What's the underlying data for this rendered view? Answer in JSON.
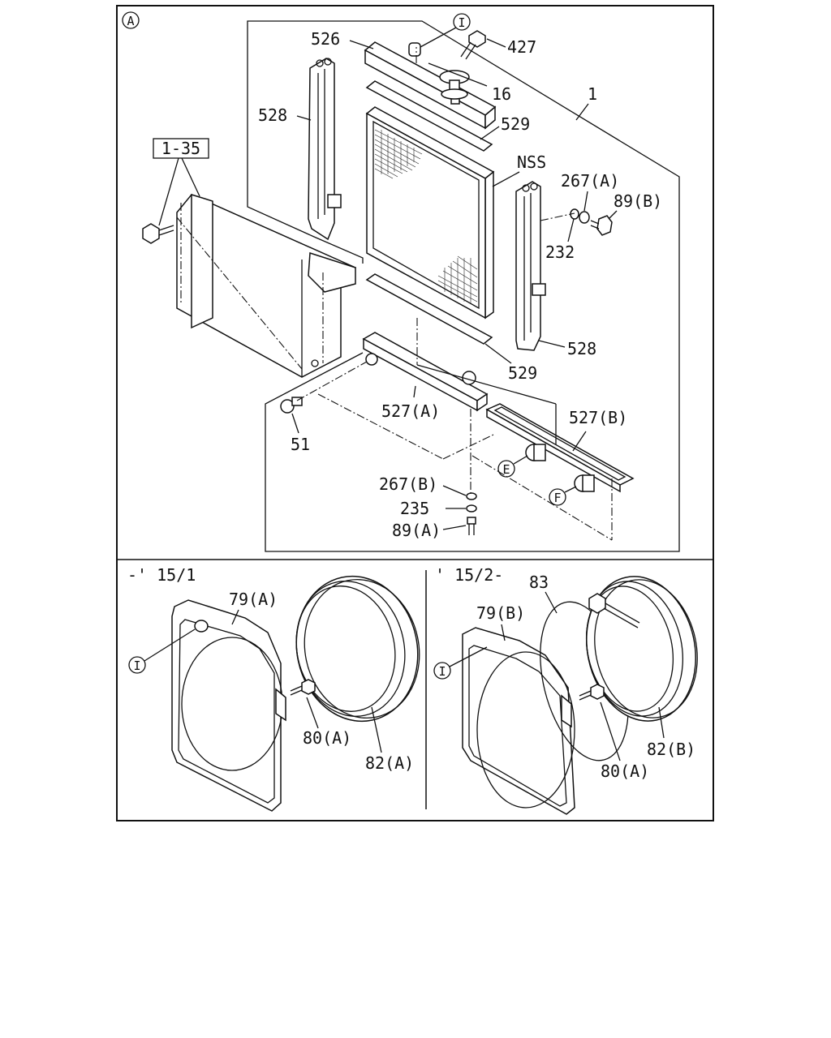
{
  "section_marker": "A",
  "group_ref": "1-35",
  "circle_refs": {
    "i": "I",
    "e": "E",
    "f": "F"
  },
  "labels": {
    "p526": "526",
    "p427": "427",
    "p16": "16",
    "p1": "1",
    "p528_top": "528",
    "p529_top": "529",
    "nss": "NSS",
    "p267a": "267(A)",
    "p89b": "89(B)",
    "p232": "232",
    "p528_bottom": "528",
    "p529_bottom": "529",
    "p527a": "527(A)",
    "p527b": "527(B)",
    "p51": "51",
    "p267b": "267(B)",
    "p235": "235",
    "p89a": "89(A)",
    "p79a": "79(A)",
    "p80a_left": "80(A)",
    "p82a": "82(A)",
    "p83": "83",
    "p79b": "79(B)",
    "p82b": "82(B)",
    "p80a_right": "80(A)"
  },
  "periods": {
    "left": "-' 15/1",
    "right": "' 15/2-"
  }
}
